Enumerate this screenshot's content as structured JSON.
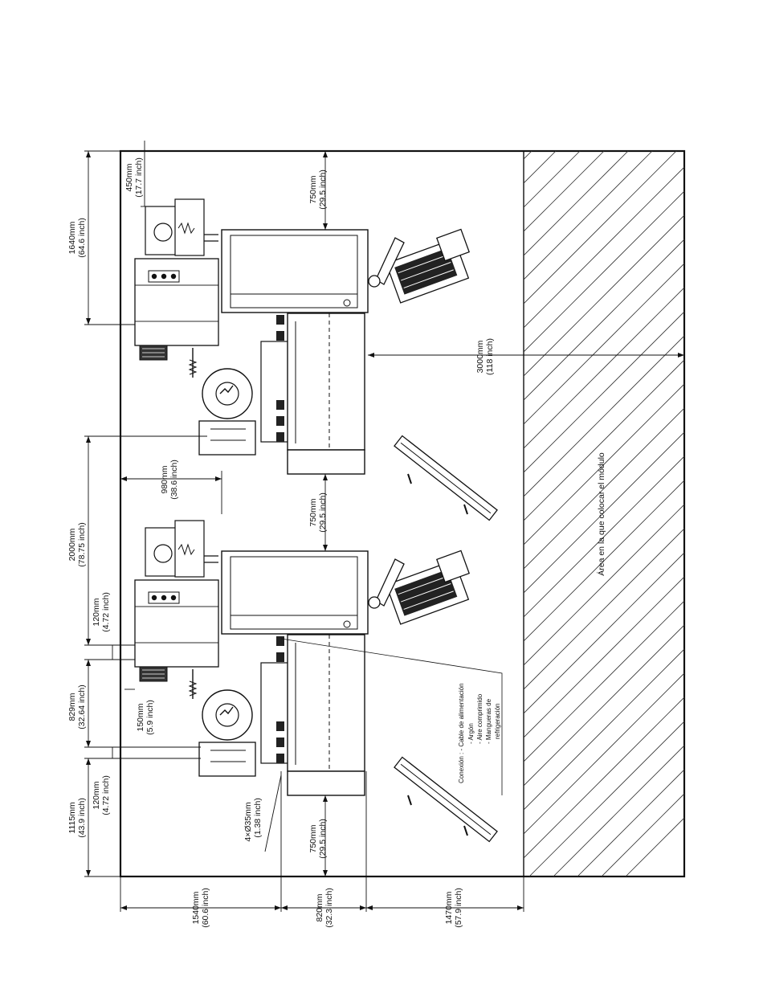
{
  "area": {
    "label": "Área en la que colocar el módulo"
  },
  "dimensions": {
    "top_1640": {
      "mm": "1640mm",
      "inch": "(64.6 inch)"
    },
    "top_450": {
      "mm": "450mm",
      "inch": "(17.7 inch)"
    },
    "top_750": {
      "mm": "750mm",
      "inch": "(29.5 inch)"
    },
    "width_3000": {
      "mm": "3000mm",
      "inch": "(118 inch)"
    },
    "left_2000": {
      "mm": "2000mm",
      "inch": "(78.75 inch)"
    },
    "d_980": {
      "mm": "980mm",
      "inch": "(38.6 inch)"
    },
    "mid_750": {
      "mm": "750mm",
      "inch": "(29.5 inch)"
    },
    "left_120_a": {
      "mm": "120mm",
      "inch": "(4.72 inch)"
    },
    "left_829": {
      "mm": "829mm",
      "inch": "(32.64 inch)"
    },
    "d_150": {
      "mm": "150mm",
      "inch": "(5.9 inch)"
    },
    "left_1115": {
      "mm": "1115mm",
      "inch": "(43.9 inch)"
    },
    "left_120_b": {
      "mm": "120mm",
      "inch": "(4.72 inch)"
    },
    "holes": {
      "mm": "4×Ø35mm",
      "inch": "(1.38 inch)"
    },
    "bot_750": {
      "mm": "750mm",
      "inch": "(29.5 inch)"
    },
    "bot_1540": {
      "mm": "1540mm",
      "inch": "(60.6 inch)"
    },
    "bot_820": {
      "mm": "820mm",
      "inch": "(32.3 inch)"
    },
    "bot_1470": {
      "mm": "1470mm",
      "inch": "(57.9 inch)"
    }
  },
  "connection": {
    "title": "Conexión : - Cable de alimentación",
    "items": [
      "- Argón",
      "- Aire comprimido",
      "- Mangueras de",
      "refrigeración"
    ]
  }
}
